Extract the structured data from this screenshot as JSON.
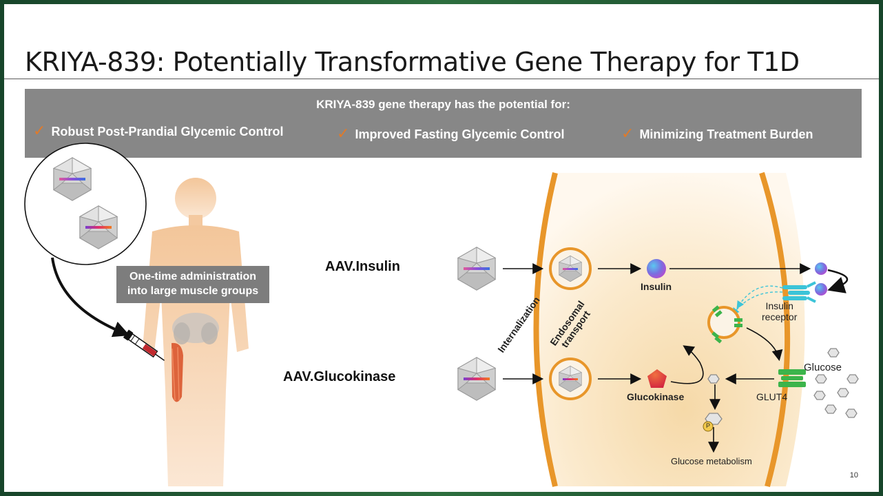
{
  "title": "KRIYA-839: Potentially Transformative Gene Therapy for T1D",
  "banner": {
    "heading": "KRIYA-839 gene therapy has the potential for:",
    "benefits": [
      "Robust Post-Prandial Glycemic Control",
      "Improved Fasting Glycemic Control",
      "Minimizing Treatment Burden"
    ]
  },
  "callout": {
    "line1": "One-time administration",
    "line2": "into large muscle groups"
  },
  "vectors": {
    "insulin": "AAV.Insulin",
    "glucokinase": "AAV.Glucokinase"
  },
  "pathway": {
    "internalization": "Internalization",
    "endosomal_1": "Endosomal",
    "endosomal_2": "transport",
    "insulin": "Insulin",
    "receptor_1": "Insulin",
    "receptor_2": "receptor",
    "glucose": "Glucose",
    "glut4": "GLUT4",
    "glucokinase": "Glucokinase",
    "phosphate": "P",
    "metabolism": "Glucose metabolism"
  },
  "page_number": "10",
  "colors": {
    "accent_orange": "#e8962a",
    "check_orange": "#e07a2a",
    "banner_gray": "#878787",
    "receptor_cyan": "#3cc4d8",
    "glut_green": "#3cb44b"
  }
}
